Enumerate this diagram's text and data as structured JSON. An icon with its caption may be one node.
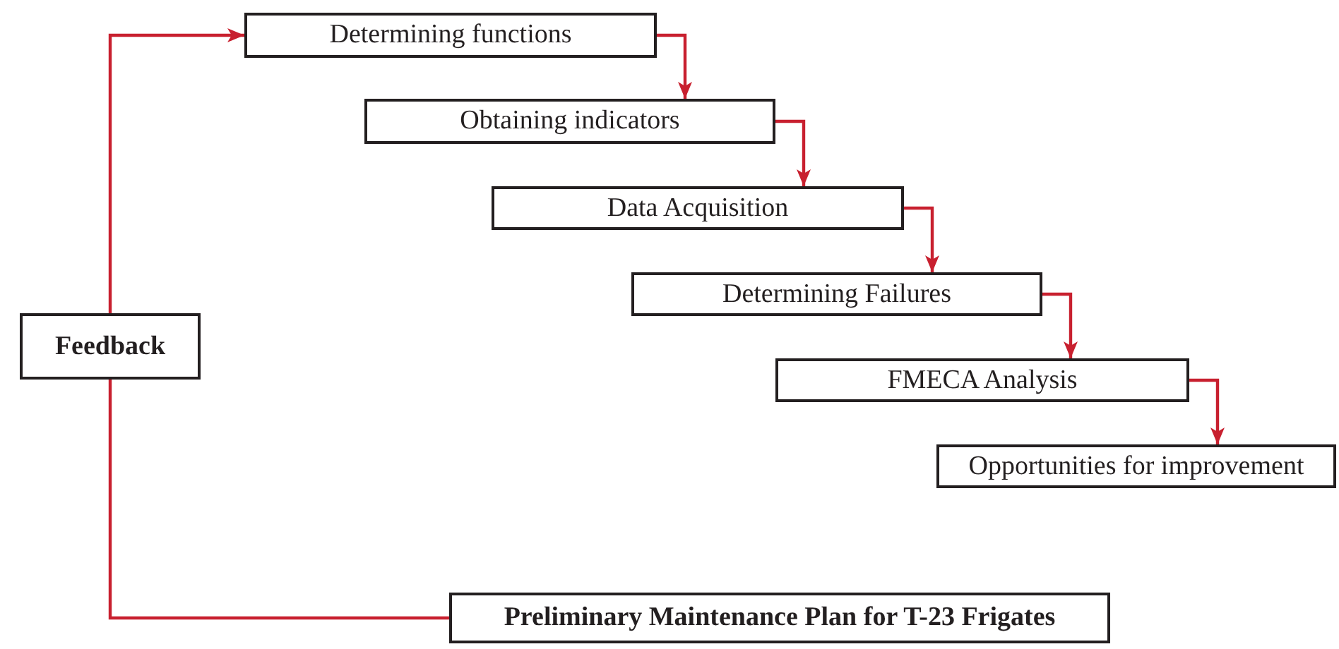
{
  "diagram": {
    "nodes": [
      {
        "text": [
          "Determining functions"
        ]
      },
      {
        "text": [
          "Obtaining indicators"
        ]
      },
      {
        "text": [
          "Data Acquisition"
        ]
      },
      {
        "text": [
          "Determining Failures"
        ]
      },
      {
        "text": [
          "FMECA Analysis"
        ]
      },
      {
        "text": [
          "Opportunities for improvement"
        ]
      },
      {
        "text": [
          "Feedback"
        ]
      },
      {
        "text": [
          "Preliminary Maintenance Plan for T-23 Frigates"
        ]
      }
    ],
    "edges": [
      {
        "from": 0,
        "to": 1,
        "arrow": "to"
      },
      {
        "from": 1,
        "to": 2,
        "arrow": "to"
      },
      {
        "from": 2,
        "to": 3,
        "arrow": "to"
      },
      {
        "from": 3,
        "to": 4,
        "arrow": "to"
      },
      {
        "from": 4,
        "to": 5,
        "arrow": "to"
      },
      {
        "from": 7,
        "to": 6,
        "arrow": "none"
      },
      {
        "from": 6,
        "to": 0,
        "arrow": "to"
      }
    ]
  }
}
